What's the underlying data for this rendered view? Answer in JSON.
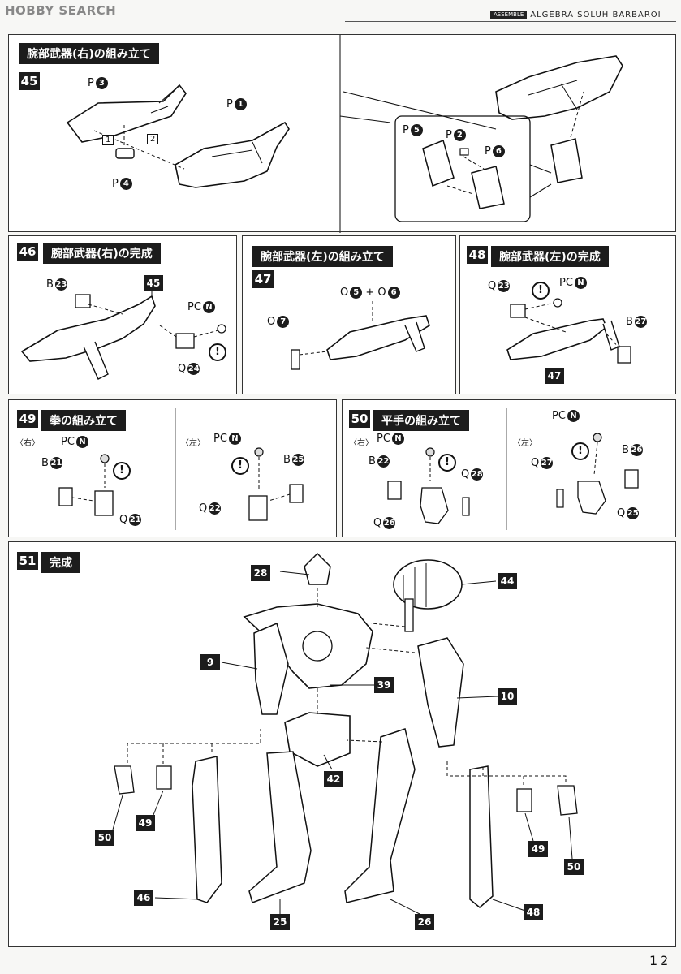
{
  "header": {
    "logo": "HOBBY SEARCH",
    "tag": "ASSEMBLE",
    "model": "ALGEBRA SOLUH BARBAROI"
  },
  "steps": {
    "s45": {
      "num": "45",
      "title": "腕部武器(右)の組み立て",
      "p3": "P",
      "p3n": "3",
      "p1": "P",
      "p1n": "1",
      "p4": "P",
      "p4n": "4",
      "order1": "1",
      "order2": "2",
      "p5": "P",
      "p5n": "5",
      "p2": "P",
      "p2n": "2",
      "p6": "P",
      "p6n": "6"
    },
    "s46": {
      "num": "46",
      "title": "腕部武器(右)の完成",
      "b": "B",
      "bn": "23",
      "ref": "45",
      "pc": "PC",
      "pcn": "N",
      "q": "Q",
      "qn": "24"
    },
    "s47": {
      "num": "47",
      "title": "腕部武器(左)の組み立て",
      "o7": "O",
      "o7n": "7",
      "o5": "O",
      "o5n": "5",
      "plus": "+",
      "o6": "O",
      "o6n": "6"
    },
    "s48": {
      "num": "48",
      "title": "腕部武器(左)の完成",
      "q": "Q",
      "qn": "23",
      "pc": "PC",
      "pcn": "N",
      "b": "B",
      "bn": "27",
      "ref": "47"
    },
    "s49": {
      "num": "49",
      "title": "拳の組み立て",
      "right": "〈右〉",
      "left": "〈左〉",
      "pc": "PC",
      "pcn": "N",
      "b1": "B",
      "b1n": "21",
      "q1": "Q",
      "q1n": "21",
      "b2": "B",
      "b2n": "25",
      "q2": "Q",
      "q2n": "22"
    },
    "s50": {
      "num": "50",
      "title": "平手の組み立て",
      "right": "〈右〉",
      "left": "〈左〉",
      "pc": "PC",
      "pcn": "N",
      "b1": "B",
      "b1n": "22",
      "q28": "Q",
      "q28n": "28",
      "q26": "Q",
      "q26n": "26",
      "b2": "B",
      "b2n": "26",
      "q27": "Q",
      "q27n": "27",
      "q25": "Q",
      "q25n": "25"
    },
    "s51": {
      "num": "51",
      "title": "完成",
      "refs": [
        "28",
        "44",
        "9",
        "39",
        "10",
        "42",
        "50",
        "49",
        "46",
        "25",
        "26",
        "48",
        "49",
        "50"
      ]
    }
  },
  "warn": "!",
  "page": "12"
}
